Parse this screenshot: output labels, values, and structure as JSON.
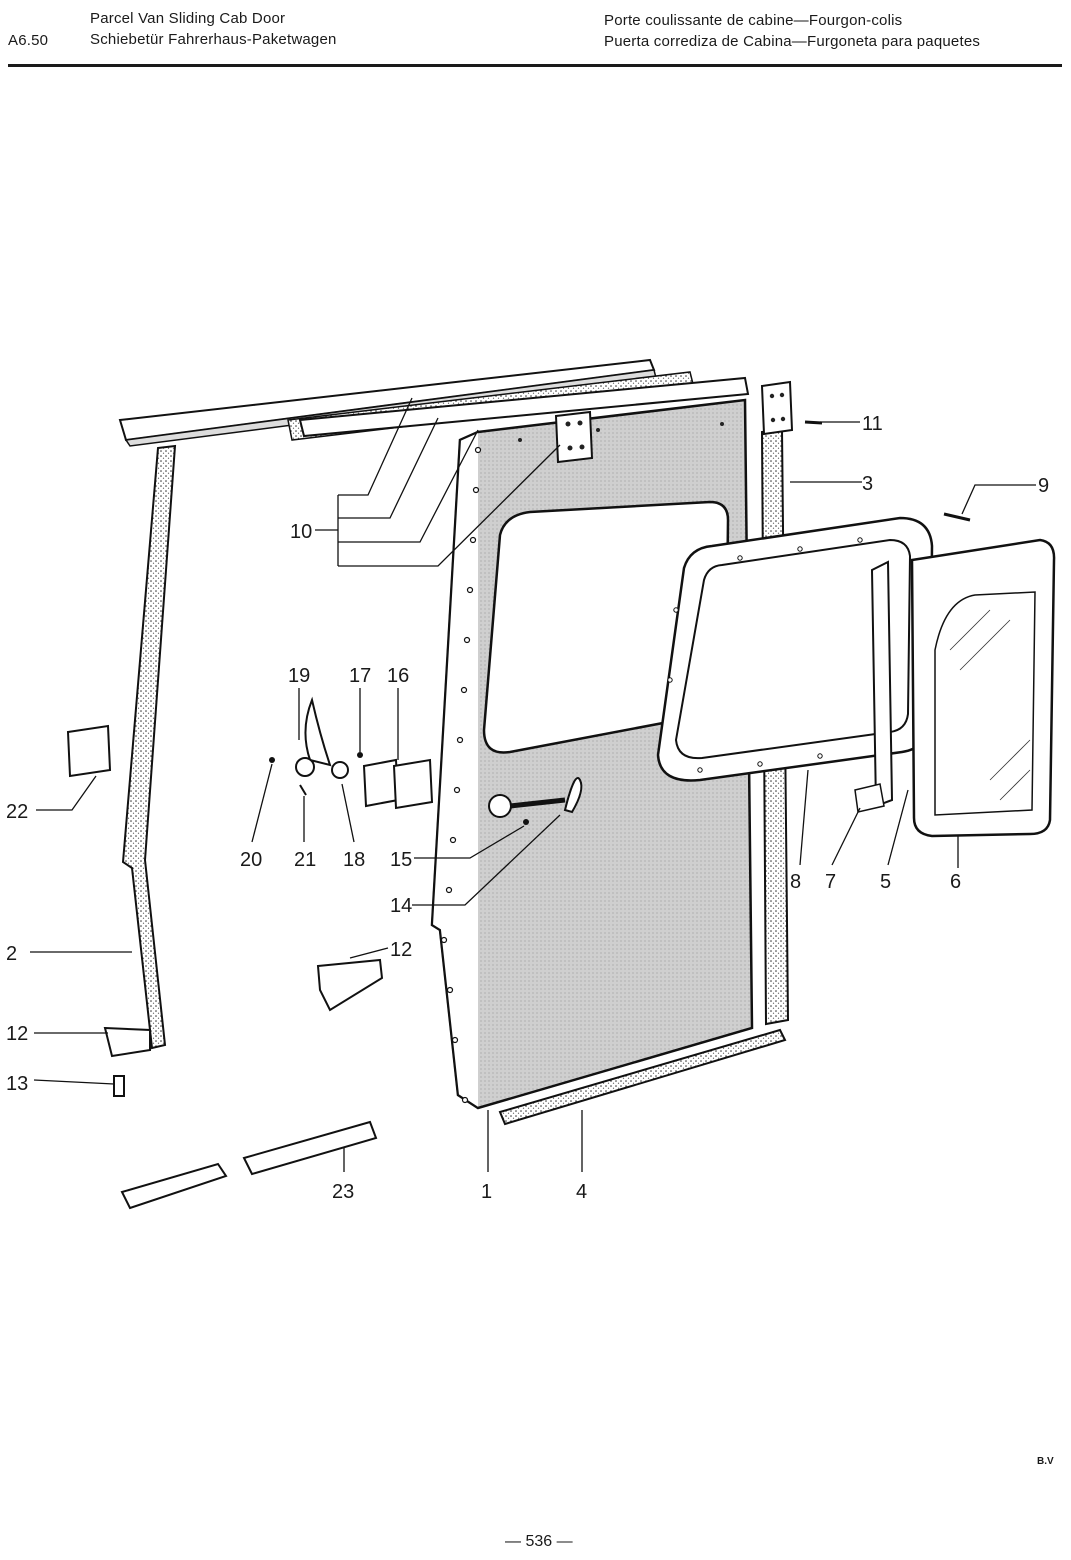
{
  "header": {
    "code": "A6.50",
    "title_en": "Parcel Van Sliding Cab Door",
    "title_de": "Schiebetür Fahrerhaus-Paketwagen",
    "title_fr": "Porte coulissante de cabine—Fourgon-colis",
    "title_es": "Puerta corrediza de Cabina—Furgoneta para paquetes"
  },
  "callouts": [
    "1",
    "2",
    "3",
    "4",
    "5",
    "6",
    "7",
    "8",
    "9",
    "10",
    "11",
    "12",
    "12",
    "13",
    "14",
    "15",
    "16",
    "17",
    "18",
    "19",
    "20",
    "21",
    "22",
    "23"
  ],
  "footer": {
    "page_number": "— 536 —",
    "mark": "B.V"
  }
}
